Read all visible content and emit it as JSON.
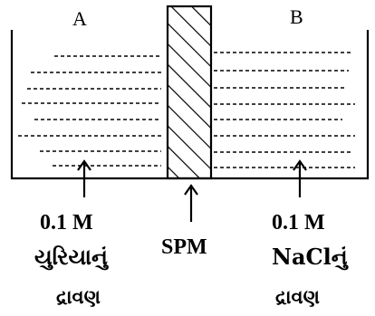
{
  "labels": {
    "side_a": "A",
    "side_b": "B",
    "membrane": "SPM"
  },
  "left_solution": {
    "concentration": "0.1 M",
    "solute": "યુરિયાનું",
    "word": "દ્રાવણ"
  },
  "right_solution": {
    "concentration": "0.1 M",
    "solute": "NaClનું",
    "word": "દ્રાવણ"
  },
  "colors": {
    "ink": "#000000",
    "background": "#ffffff"
  }
}
